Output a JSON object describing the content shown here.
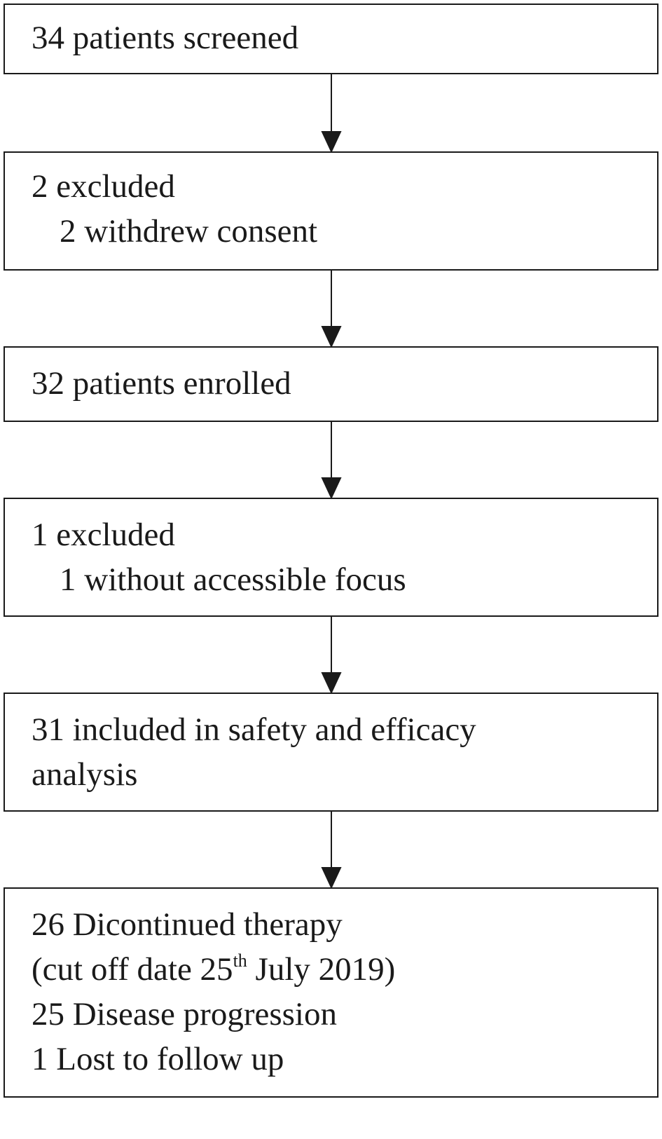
{
  "flowchart": {
    "screened": "34 patients screened",
    "excluded_1": {
      "heading": "2 excluded",
      "reason": "2 withdrew consent"
    },
    "enrolled": "32 patients enrolled",
    "excluded_2": {
      "heading": "1 excluded",
      "reason": "1 without accessible focus"
    },
    "analysis": {
      "line1": "31 included in safety and efficacy",
      "line2": "analysis"
    },
    "discontinued": {
      "line1": "26 Dicontinued therapy",
      "cutoff_prefix": "(cut off date 25",
      "cutoff_sup": "th",
      "cutoff_suffix": " July 2019)",
      "line3": "25 Disease progression",
      "line4": "1 Lost to follow up"
    }
  }
}
